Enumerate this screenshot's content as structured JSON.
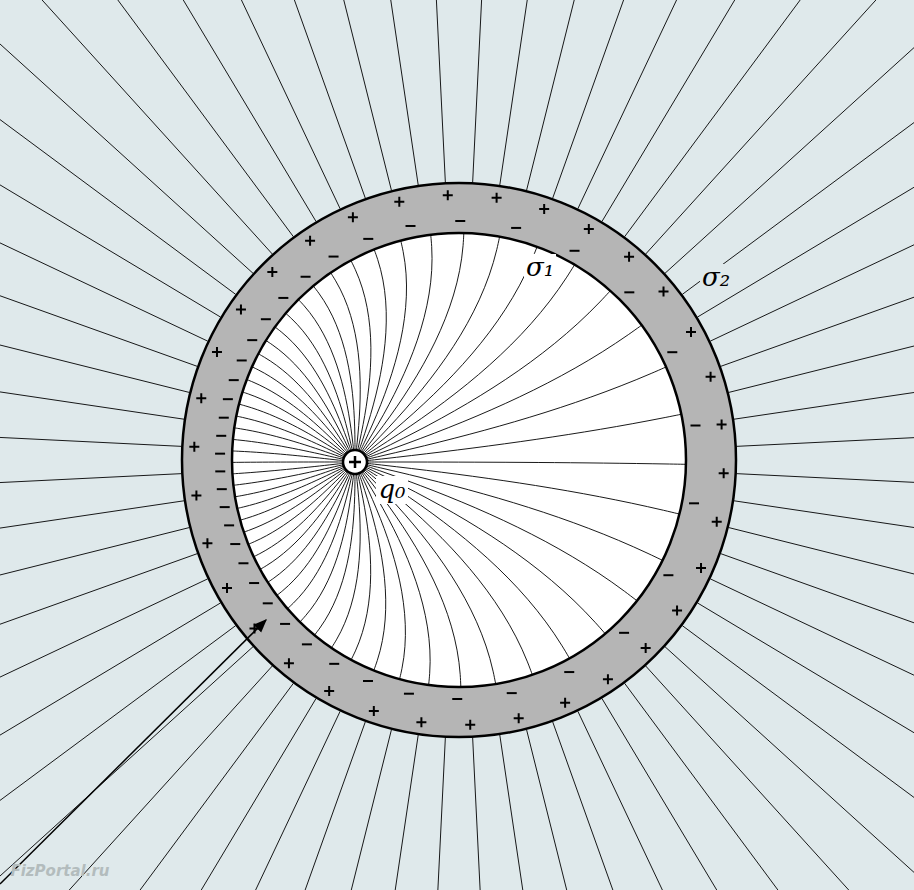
{
  "diagram": {
    "labels": [
      "q₀",
      "σ₁",
      "σ₂",
      "FizPortal.ru"
    ]
  }
}
